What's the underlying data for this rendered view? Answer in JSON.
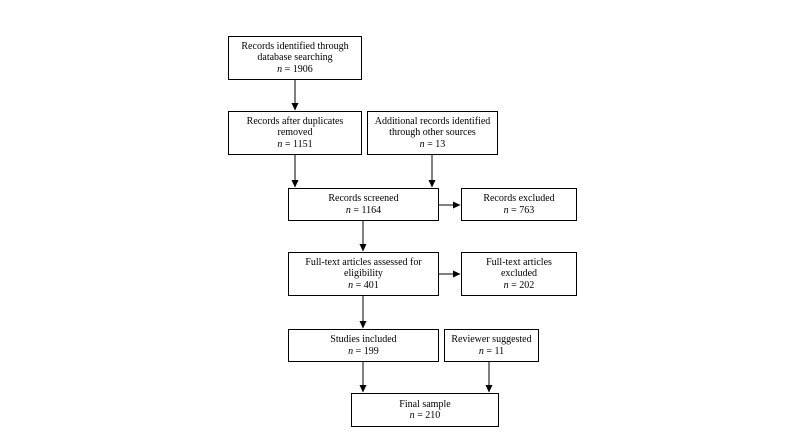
{
  "boxes": {
    "identified": {
      "line1": "Records identified through",
      "line2": "database searching",
      "n_label": "n",
      "n_value": " = 1906"
    },
    "after_duplicates": {
      "line1": "Records after duplicates",
      "line2": "removed",
      "n_label": "n",
      "n_value": " = 1151"
    },
    "additional": {
      "line1": "Additional records identified",
      "line2": "through other sources",
      "n_label": "n",
      "n_value": " = 13"
    },
    "screened": {
      "line1": "Records screened",
      "n_label": "n",
      "n_value": " = 1164"
    },
    "excluded": {
      "line1": "Records excluded",
      "n_label": "n",
      "n_value": " = 763"
    },
    "fulltext": {
      "line1": "Full-text articles assessed for",
      "line2": "eligibility",
      "n_label": "n",
      "n_value": " = 401"
    },
    "fulltext_excluded": {
      "line1": "Full-text articles",
      "line2": "excluded",
      "n_label": "n",
      "n_value": " = 202"
    },
    "included": {
      "line1": "Studies included",
      "n_label": "n",
      "n_value": " = 199"
    },
    "reviewer": {
      "line1": "Reviewer suggested",
      "n_label": "n",
      "n_value": " = 11"
    },
    "final": {
      "line1": "Final sample",
      "n_label": "n",
      "n_value": " = 210"
    }
  }
}
